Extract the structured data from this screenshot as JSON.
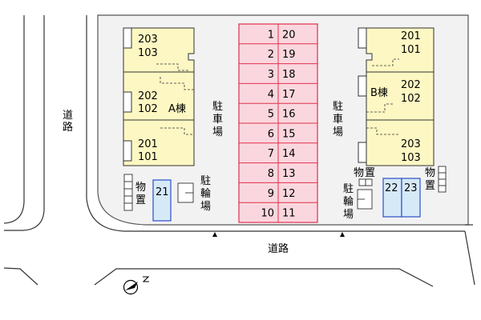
{
  "road_labels": {
    "left": [
      "道",
      "路"
    ],
    "bottom": "道路"
  },
  "building_a": {
    "label": "A棟",
    "units": [
      {
        "upper": "203",
        "lower": "103"
      },
      {
        "upper": "202",
        "lower": "102"
      },
      {
        "upper": "201",
        "lower": "101"
      }
    ]
  },
  "building_b": {
    "label": "B棟",
    "units": [
      {
        "upper": "201",
        "lower": "101"
      },
      {
        "upper": "202",
        "lower": "102"
      },
      {
        "upper": "203",
        "lower": "103"
      }
    ]
  },
  "parking_label": [
    "駐",
    "車",
    "場"
  ],
  "bicycle_parking_label": [
    "駐",
    "輪",
    "場"
  ],
  "storage_label": [
    "物",
    "置"
  ],
  "car_parking": [
    {
      "left": "1",
      "right": "20"
    },
    {
      "left": "2",
      "right": "19"
    },
    {
      "left": "3",
      "right": "18"
    },
    {
      "left": "4",
      "right": "17"
    },
    {
      "left": "5",
      "right": "16"
    },
    {
      "left": "6",
      "right": "15"
    },
    {
      "left": "7",
      "right": "14"
    },
    {
      "left": "8",
      "right": "13"
    },
    {
      "left": "9",
      "right": "12"
    },
    {
      "left": "10",
      "right": "11"
    }
  ],
  "covered_parking": {
    "left": [
      "21"
    ],
    "right": [
      "22",
      "23"
    ]
  },
  "colors": {
    "building_fill": "#FDF7C3",
    "parking_fill": "#FAD7DE",
    "parking_stroke": "#E0304F",
    "covered_fill": "#D6E9F7",
    "covered_stroke": "#2B4FC8",
    "site_fill": "#F2F2F2"
  },
  "icons": {
    "compass": "north-arrow-icon"
  }
}
